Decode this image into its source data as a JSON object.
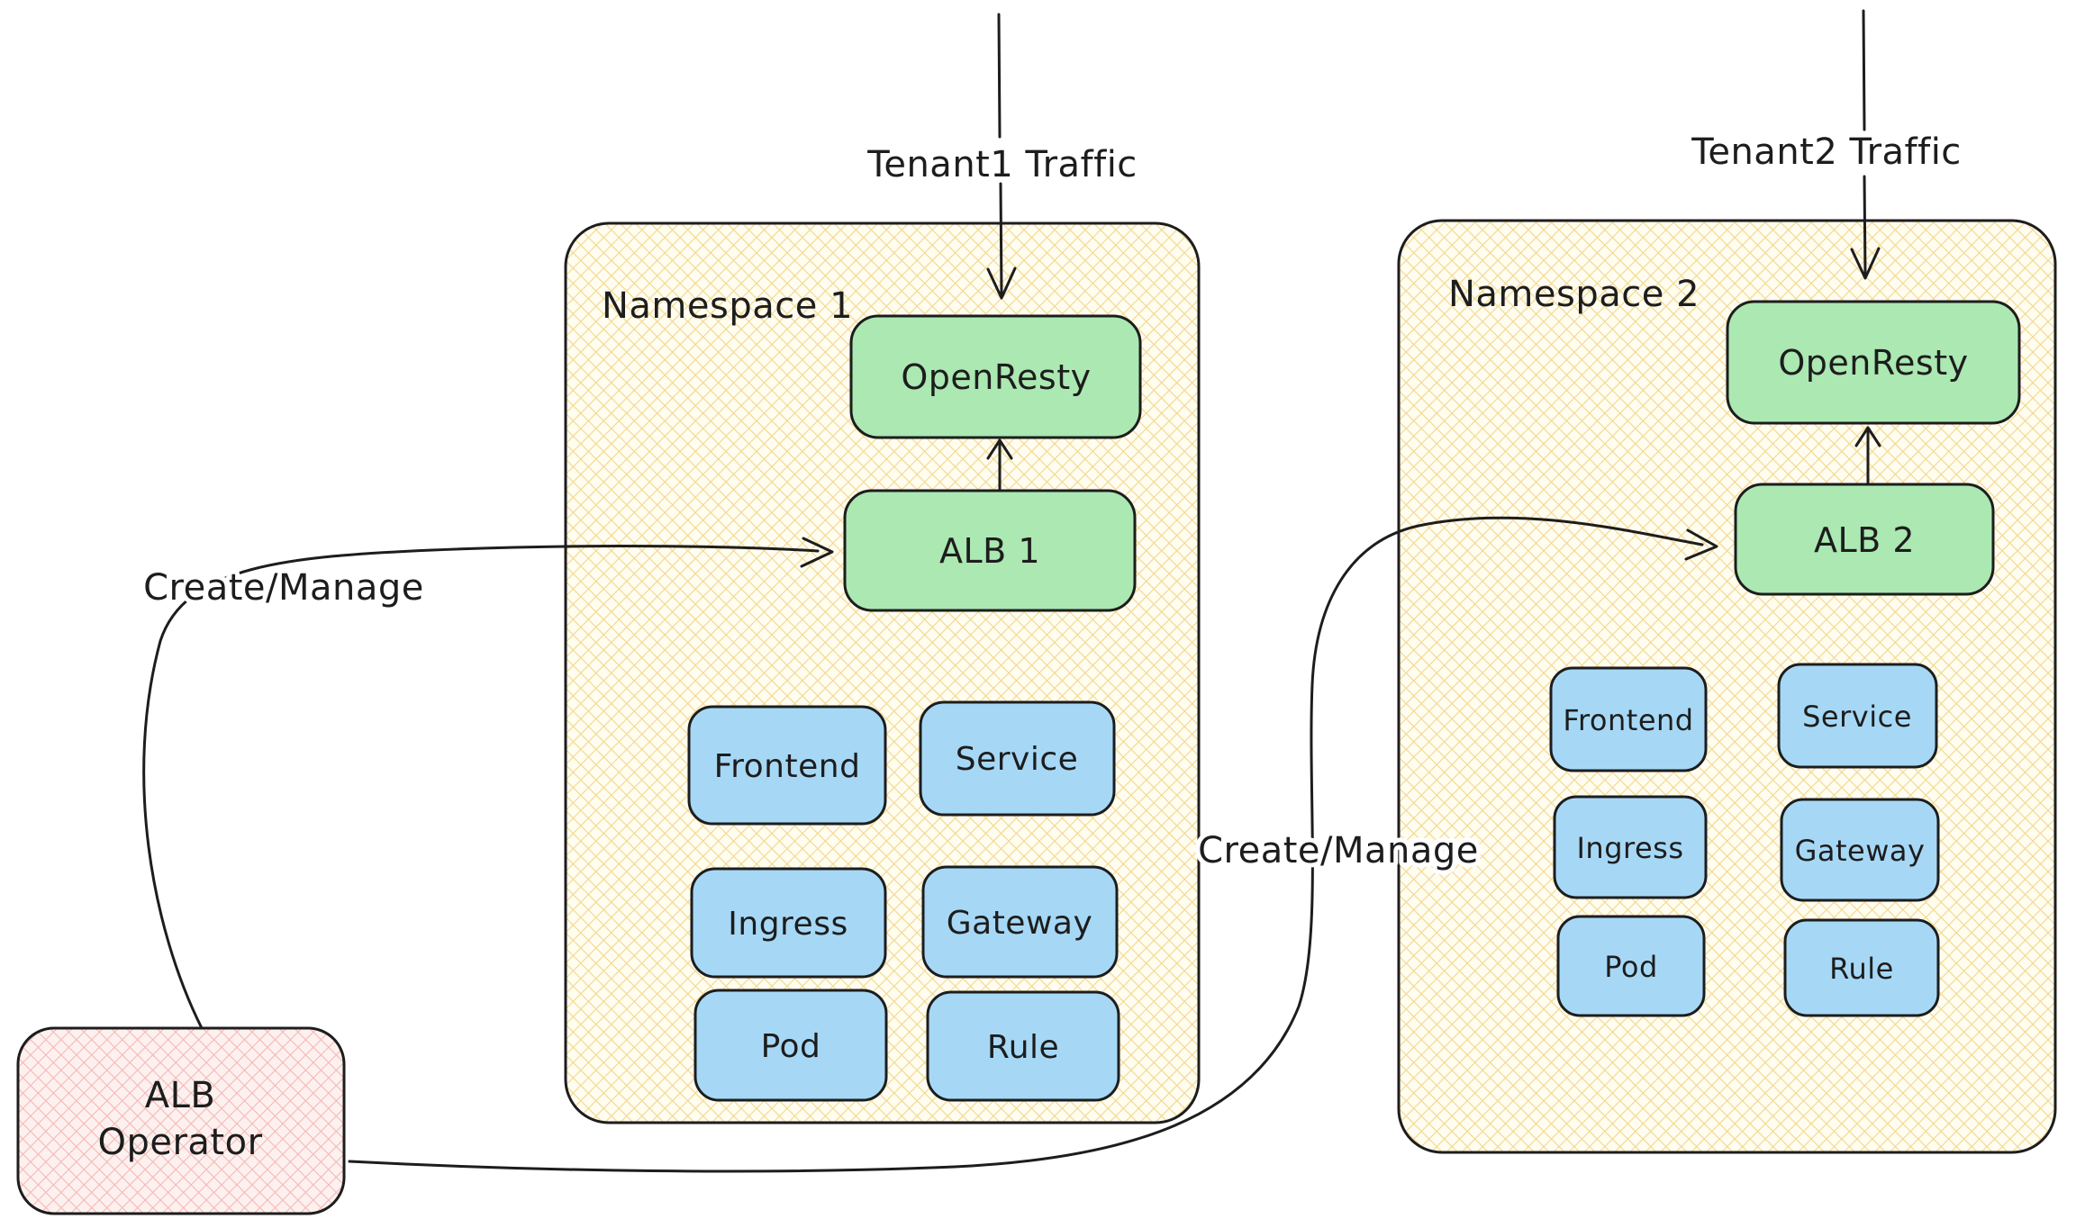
{
  "labels": {
    "tenant1": "Tenant1 Traffic",
    "tenant2": "Tenant2 Traffic",
    "create_manage_left": "Create/Manage",
    "create_manage_right": "Create/Manage"
  },
  "operator": {
    "line1": "ALB",
    "line2": "Operator"
  },
  "ns1": {
    "title": "Namespace 1",
    "openresty": "OpenResty",
    "alb": "ALB 1",
    "resources": [
      "Frontend",
      "Service",
      "Ingress",
      "Gateway",
      "Pod",
      "Rule"
    ]
  },
  "ns2": {
    "title": "Namespace 2",
    "openresty": "OpenResty",
    "alb": "ALB 2",
    "resources": [
      "Frontend",
      "Service",
      "Ingress",
      "Gateway",
      "Pod",
      "Rule"
    ]
  },
  "colors": {
    "ink": "#1d1d1d",
    "namespace_bg": "#FFFCF0",
    "namespace_hatch": "#F2D88C",
    "green_fill": "#ABE8B2",
    "blue_fill": "#A6D8F6",
    "operator_bg": "#FDF1F0",
    "operator_hatch": "#F4B9B6"
  }
}
